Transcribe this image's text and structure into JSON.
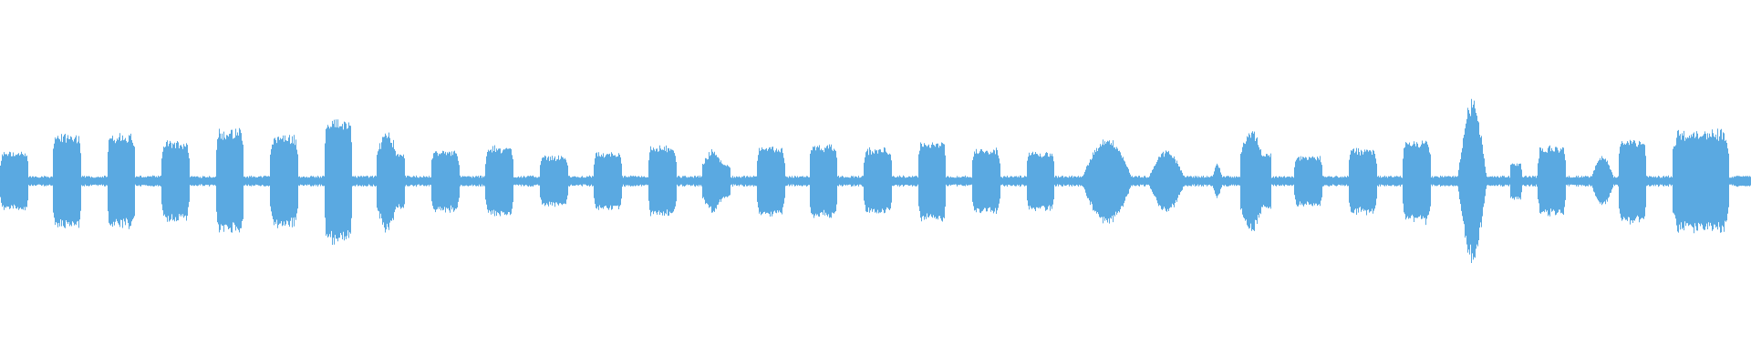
{
  "waveform": {
    "color": "#5aa9e1",
    "background": "#ffffff",
    "baseline_amplitude": 0.03,
    "segments": [
      {
        "start": 0.0,
        "end": 0.016,
        "amp": 0.16,
        "shape": "flat"
      },
      {
        "start": 0.03,
        "end": 0.046,
        "amp": 0.26,
        "shape": "flat"
      },
      {
        "start": 0.061,
        "end": 0.077,
        "amp": 0.26,
        "shape": "flat"
      },
      {
        "start": 0.092,
        "end": 0.108,
        "amp": 0.22,
        "shape": "flat"
      },
      {
        "start": 0.123,
        "end": 0.139,
        "amp": 0.28,
        "shape": "flat"
      },
      {
        "start": 0.154,
        "end": 0.17,
        "amp": 0.25,
        "shape": "flat"
      },
      {
        "start": 0.185,
        "end": 0.201,
        "amp": 0.34,
        "shape": "flat"
      },
      {
        "start": 0.215,
        "end": 0.231,
        "amp": 0.28,
        "shape": "ramp"
      },
      {
        "start": 0.246,
        "end": 0.262,
        "amp": 0.17,
        "shape": "flat"
      },
      {
        "start": 0.277,
        "end": 0.293,
        "amp": 0.19,
        "shape": "flat"
      },
      {
        "start": 0.308,
        "end": 0.324,
        "amp": 0.14,
        "shape": "flat"
      },
      {
        "start": 0.339,
        "end": 0.355,
        "amp": 0.16,
        "shape": "flat"
      },
      {
        "start": 0.37,
        "end": 0.386,
        "amp": 0.19,
        "shape": "flat"
      },
      {
        "start": 0.401,
        "end": 0.417,
        "amp": 0.17,
        "shape": "ramp"
      },
      {
        "start": 0.432,
        "end": 0.448,
        "amp": 0.19,
        "shape": "flat"
      },
      {
        "start": 0.462,
        "end": 0.478,
        "amp": 0.2,
        "shape": "flat"
      },
      {
        "start": 0.493,
        "end": 0.509,
        "amp": 0.18,
        "shape": "flat"
      },
      {
        "start": 0.524,
        "end": 0.54,
        "amp": 0.22,
        "shape": "flat"
      },
      {
        "start": 0.555,
        "end": 0.571,
        "amp": 0.18,
        "shape": "flat"
      },
      {
        "start": 0.586,
        "end": 0.602,
        "amp": 0.16,
        "shape": "flat"
      },
      {
        "start": 0.617,
        "end": 0.647,
        "amp": 0.24,
        "shape": "bell"
      },
      {
        "start": 0.655,
        "end": 0.677,
        "amp": 0.17,
        "shape": "bell"
      },
      {
        "start": 0.689,
        "end": 0.701,
        "amp": 0.1,
        "shape": "spike"
      },
      {
        "start": 0.708,
        "end": 0.726,
        "amp": 0.28,
        "shape": "ramp"
      },
      {
        "start": 0.739,
        "end": 0.755,
        "amp": 0.14,
        "shape": "flat"
      },
      {
        "start": 0.77,
        "end": 0.786,
        "amp": 0.18,
        "shape": "flat"
      },
      {
        "start": 0.801,
        "end": 0.817,
        "amp": 0.23,
        "shape": "flat"
      },
      {
        "start": 0.832,
        "end": 0.849,
        "amp": 0.44,
        "shape": "bell"
      },
      {
        "start": 0.862,
        "end": 0.869,
        "amp": 0.1,
        "shape": "flat"
      },
      {
        "start": 0.878,
        "end": 0.894,
        "amp": 0.19,
        "shape": "flat"
      },
      {
        "start": 0.908,
        "end": 0.922,
        "amp": 0.14,
        "shape": "bell"
      },
      {
        "start": 0.924,
        "end": 0.94,
        "amp": 0.23,
        "shape": "flat"
      },
      {
        "start": 0.955,
        "end": 0.987,
        "amp": 0.28,
        "shape": "flat"
      },
      {
        "start": 0.99,
        "end": 1.0,
        "amp": 0.03,
        "shape": "flat"
      }
    ]
  }
}
